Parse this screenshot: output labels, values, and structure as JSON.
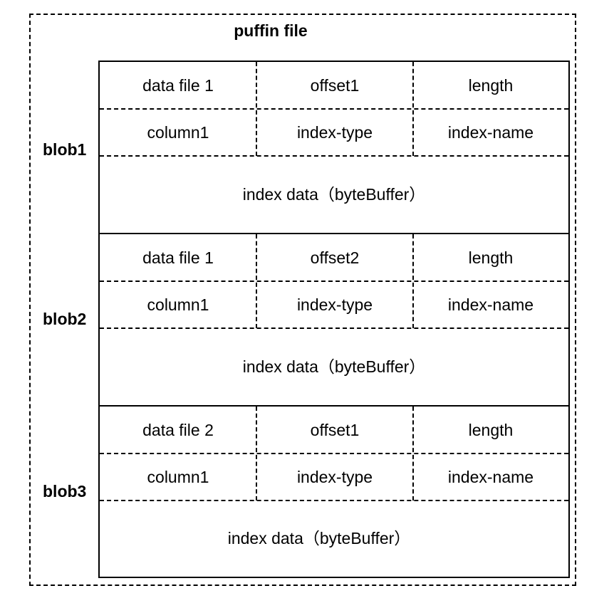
{
  "title": "puffin file",
  "blobs": [
    {
      "label": "blob1",
      "row1": [
        "data file 1",
        "offset1",
        "length"
      ],
      "row2": [
        "column1",
        "index-type",
        "index-name"
      ],
      "data": "index data（byteBuffer）"
    },
    {
      "label": "blob2",
      "row1": [
        "data file 1",
        "offset2",
        "length"
      ],
      "row2": [
        "column1",
        "index-type",
        "index-name"
      ],
      "data": "index data（byteBuffer）"
    },
    {
      "label": "blob3",
      "row1": [
        "data file 2",
        "offset1",
        "length"
      ],
      "row2": [
        "column1",
        "index-type",
        "index-name"
      ],
      "data": "index data（byteBuffer）"
    }
  ]
}
